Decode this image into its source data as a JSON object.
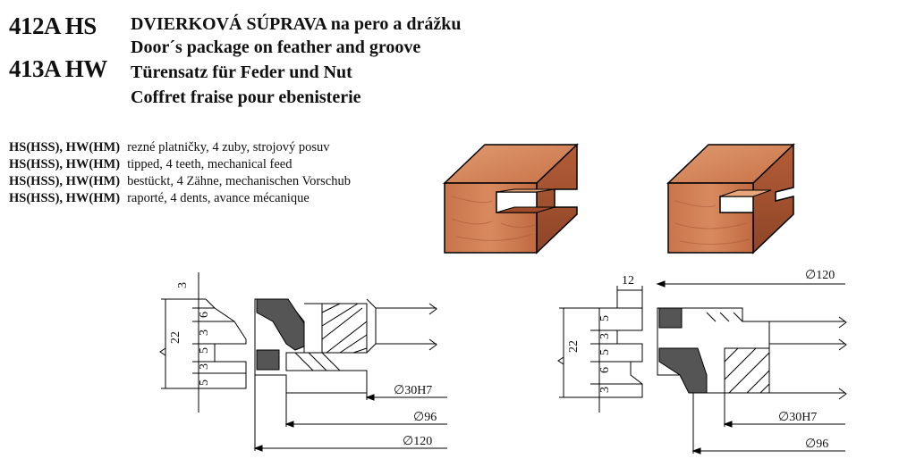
{
  "header": {
    "code_hs": "412A HS",
    "code_hw": "413A HW",
    "title_sk": "DVIERKOVÁ SÚPRAVA na pero a drážku",
    "title_en": "Door´s package on feather and groove",
    "title_de": "Türensatz  für Feder und Nut",
    "title_fr": "Coffret fraise pour ebenisterie"
  },
  "descriptions": [
    {
      "material": "HS(HSS), HW(HM)",
      "text": "rezné platničky, 4 zuby, strojový posuv"
    },
    {
      "material": "HS(HSS), HW(HM)",
      "text": "tipped, 4 teeth, mechanical feed"
    },
    {
      "material": "HS(HSS), HW(HM)",
      "text": "bestückt, 4 Zähne, mechanischen Vorschub"
    },
    {
      "material": "HS(HSS), HW(HM)",
      "text": "raporté, 4 dents, avance mécanique"
    }
  ],
  "left_drawing": {
    "dims_vertical": [
      "3",
      "6",
      "3",
      "5",
      "3",
      "5"
    ],
    "dim_total": "22",
    "bore": "∅30H7",
    "dia_mid": "∅96",
    "dia_outer": "∅120"
  },
  "right_drawing": {
    "dim_width": "12",
    "dims_vertical": [
      "5",
      "3",
      "5",
      "6",
      "3"
    ],
    "dim_total": "22",
    "dia_outer": "∅120",
    "bore": "∅30H7",
    "dia_mid": "∅96"
  },
  "colors": {
    "wood": "#c8724a",
    "wood_dark": "#8e4527",
    "tip": "#555555"
  }
}
